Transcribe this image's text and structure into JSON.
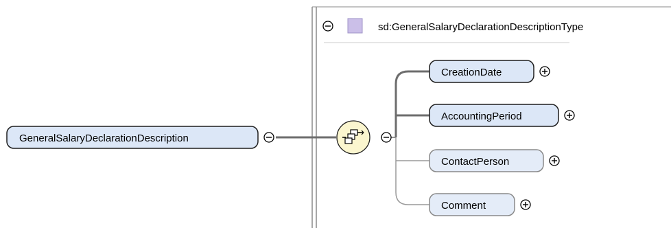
{
  "diagram": {
    "root_element": {
      "label": "GeneralSalaryDeclarationDescription",
      "state": "expanded"
    },
    "complex_type": {
      "label": "sd:GeneralSalaryDeclarationDescriptionType",
      "state": "expanded"
    },
    "compositor": {
      "kind": "sequence",
      "icon": "sequence-compositor-icon",
      "state": "expanded"
    },
    "children": [
      {
        "label": "CreationDate",
        "required": true,
        "state": "collapsed"
      },
      {
        "label": "AccountingPeriod",
        "required": true,
        "state": "collapsed"
      },
      {
        "label": "ContactPerson",
        "required": false,
        "state": "collapsed"
      },
      {
        "label": "Comment",
        "required": false,
        "state": "collapsed"
      }
    ],
    "colors": {
      "node_fill": "#dce7f7",
      "node_fill_optional": "#e4ecf8",
      "node_stroke": "#1f1f1f",
      "optional_stroke": "#8a8a8a",
      "compositor_fill": "#fbf6cf",
      "type_icon_fill": "#cbbfe8",
      "panel_border": "#7a7a7a"
    }
  }
}
